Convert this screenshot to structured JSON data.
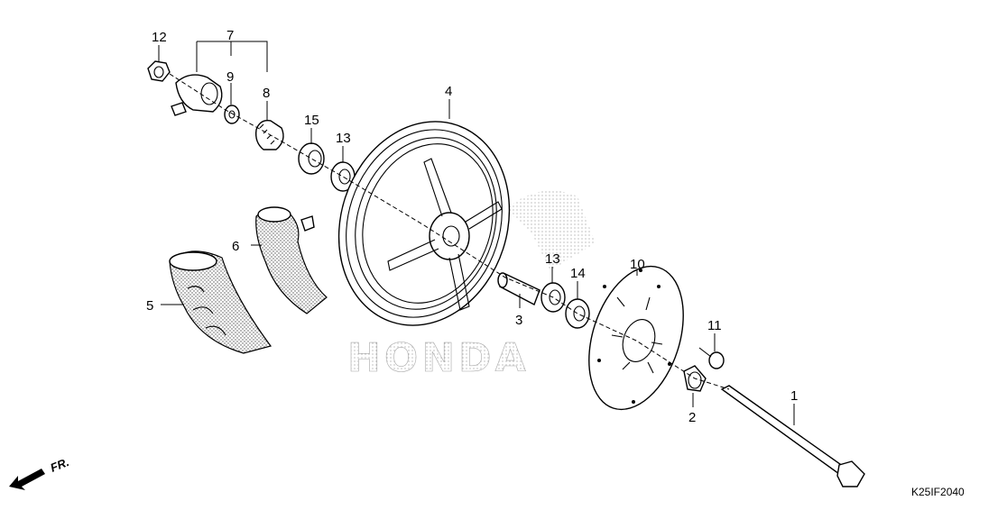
{
  "diagram": {
    "watermark_text": "HONDA",
    "figure_code": "K25IF2040",
    "direction_label": "FR.",
    "callouts": {
      "c1": "1",
      "c2": "2",
      "c3": "3",
      "c4": "4",
      "c5": "5",
      "c6": "6",
      "c7": "7",
      "c8": "8",
      "c9": "9",
      "c10": "10",
      "c11": "11",
      "c12": "12",
      "c13a": "13",
      "c13b": "13",
      "c14": "14",
      "c15": "15"
    }
  }
}
